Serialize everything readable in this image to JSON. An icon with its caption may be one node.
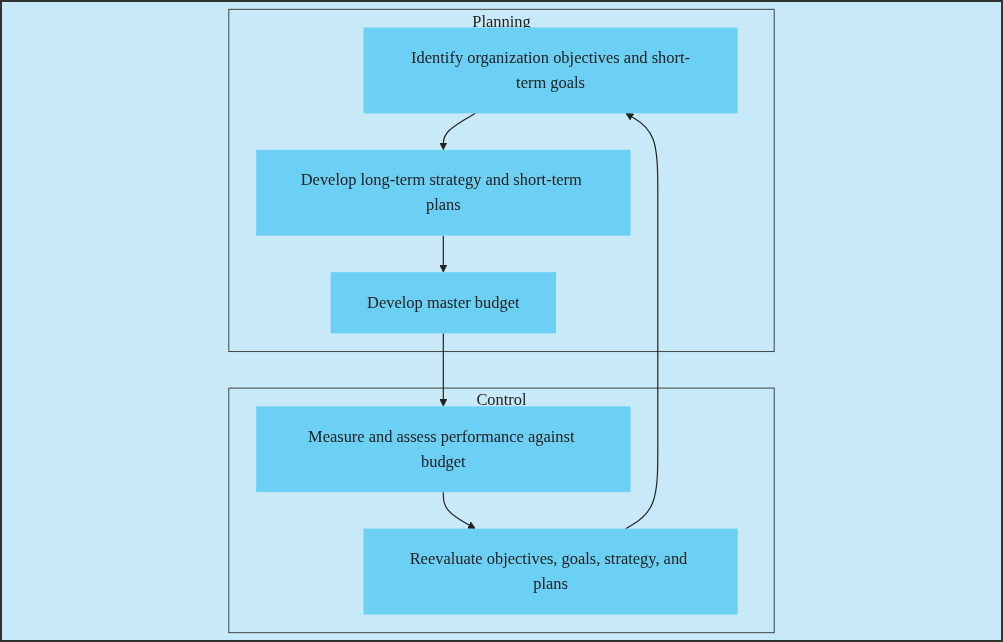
{
  "diagram": {
    "nodes": [
      {
        "text": [
          "Planning"
        ]
      },
      {
        "text": [
          "Identify organization objectives and short-term goals"
        ],
        "in": 0
      },
      {
        "text": [
          "Develop long-term strategy and short-term plans"
        ],
        "in": 0
      },
      {
        "text": [
          "Develop master budget"
        ],
        "in": 0
      },
      {
        "text": [
          "Control"
        ]
      },
      {
        "text": [
          "Measure and assess performance against budget"
        ],
        "in": 4
      },
      {
        "text": [
          "Reevaluate objectives, goals, strategy, and plans"
        ],
        "in": 4
      }
    ],
    "edges": [
      {
        "from": 1,
        "to": 2,
        "arrow": "to"
      },
      {
        "from": 2,
        "to": 3,
        "arrow": "to"
      },
      {
        "from": 3,
        "to": 5,
        "arrow": "to"
      },
      {
        "from": 5,
        "to": 6,
        "arrow": "to"
      },
      {
        "from": 6,
        "to": 1,
        "arrow": "to"
      }
    ]
  }
}
